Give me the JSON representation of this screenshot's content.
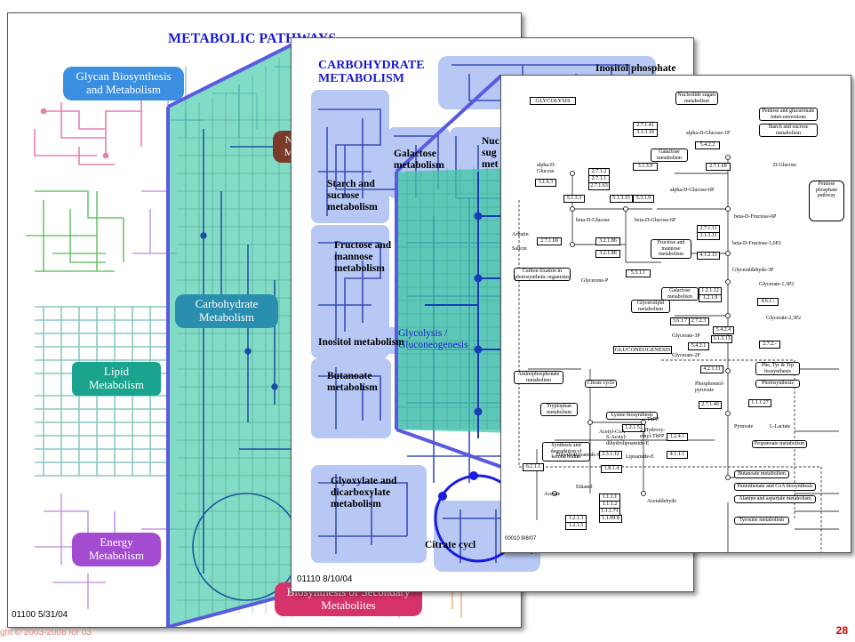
{
  "metabolic": {
    "title": "METABOLIC PATHWAYS",
    "labels": {
      "glycan": "Glycan Biosynthesis and Metabolism",
      "carbohydrate": "Carbohydrate Metabolism",
      "lipid": "Lipid Metabolism",
      "energy": "Energy Metabolism",
      "nucleotide_partial": "N\nM",
      "secondary": "Biosynthesis of Secondary Metabolites"
    },
    "footer": "01100  5/31/04",
    "colors": {
      "glycan": "#3b8fe0",
      "carbohydrate": "#2a8fae",
      "lipid": "#1aa38f",
      "energy": "#a34bd1",
      "secondary": "#d6336b",
      "nucleotide": "#7a3b2a"
    }
  },
  "carbohydrate": {
    "title": "CARBOHYDRATE METABOLISM",
    "labels": {
      "inositol_phosphate": "Inositol phosphate",
      "starch": "Starch and sucrose metabolism",
      "galactose": "Galactose metabolism",
      "nucleotide_sugar": "Nuc sug met",
      "fructose": "Fructose and mannose metabolism",
      "inositol_metabolism": "Inositol metabolism",
      "glycolysis": "Glycolysis / Gluconeogenesis",
      "butanoate": "Butanoate metabolism",
      "glyoxylate": "Glyoxylate and dicarboxylate metabolism",
      "citrate": "Citrate cycl"
    },
    "footer": "01110  8/10/04"
  },
  "glycolysis": {
    "header": "GLYCOLYSIS",
    "gluconeo": "GLUCONEOGENESIS",
    "footer": "00010  9/8/07",
    "enzymes": [
      "2.7.1.41",
      "3.1.3.10",
      "5.4.2.2",
      "3.1.3.9",
      "2.7.1.69",
      "2.7.1.2",
      "2.7.1.1",
      "2.7.1.63",
      "3.1.6.3",
      "5.1.3.3",
      "5.1.3.15",
      "5.3.1.9",
      "2.7.1.69",
      "3.2.1.86",
      "3.2.1.86",
      "5.3.1.1",
      "2.7.1.11",
      "3.1.3.11",
      "4.1.2.13",
      "1.2.1.12",
      "1.2.1.9",
      "4.6.1.-",
      "2.7.2.3",
      "5.4.2.4",
      "3.6.1.7",
      "3.1.3.13",
      "5.4.2.1",
      "4.2.1.11",
      "2.7.2.-",
      "2.7.1.40",
      "1.1.1.27",
      "1.2.1.51",
      "1.2.4.1",
      "2.3.1.12",
      "1.8.1.4",
      "4.1.1.1",
      "1.1.1.1",
      "1.1.1.2",
      "1.1.1.71",
      "1.2.1.3",
      "1.2.1.5",
      "1.1.99.8",
      "6.2.1.1"
    ],
    "metabolites": [
      "Nucleotide sugars metabolism",
      "Pentose and glucuronate interconversions",
      "Starch and sucrose metabolism",
      "alpha-D-Glucose-1P",
      "Galactose metabolism",
      "alpha-D-Glucose",
      "D-Glucose",
      "beta-D-Glucose",
      "alpha-D-Glucose-6P",
      "beta-D-Glucose-6P",
      "beta-D-Fructose-6P",
      "Pentose phosphate pathway",
      "Arbutin",
      "Salicin",
      "Fructose and mannose metabolism",
      "beta-D-Fructose-1,6P2",
      "Glyceraldehyde-3P",
      "Carbon fixation in photosynthetic organisms",
      "Glycerone-P",
      "Galactose metabolism",
      "Glycerolipid metabolism",
      "Glycerate-1,3P2",
      "Glycerate-2,3P2",
      "Glycerate-3P",
      "Glycerate-2P",
      "Phosphoenol-pyruvate",
      "Pyruvate",
      "Aminophosphonate metabolism",
      "Citrate cycle",
      "Phe, Tyr & Trp biosynthesis",
      "Photosynthesis",
      "Tryptophan metabolism",
      "Lysine biosynthesis",
      "Acetyl-CoA",
      "Synthesis and degradation of ketone bodies",
      "Acetate",
      "Ethanol",
      "Acetaldehyde",
      "L-Lactate",
      "Propanoate metabolism",
      "Butanoate metabolism",
      "Pantothenate and CoA biosynthesis",
      "Alanine and aspartate metabolism",
      "Tyrosine metabolism",
      "Dihydrolipoamide-E",
      "Lipoamide-E",
      "S-Acetyl-dihydrolipoamide-E",
      "2-Hydroxy-ethyl-ThPP",
      "ThPP"
    ]
  },
  "slide": {
    "footer_left": "ght © 2003-2008 for 03",
    "page_number": "28"
  }
}
